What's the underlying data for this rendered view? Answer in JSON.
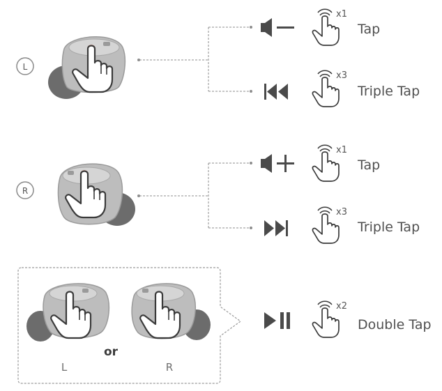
{
  "left_side": "L",
  "right_side": "R",
  "bubble": {
    "or": "or",
    "left_caption": "L",
    "right_caption": "R"
  },
  "gestures": [
    {
      "icon": "volume-down-icon",
      "count": "x1",
      "label": "Tap"
    },
    {
      "icon": "previous-track-icon",
      "count": "x3",
      "label": "Triple Tap"
    },
    {
      "icon": "volume-up-icon",
      "count": "x1",
      "label": "Tap"
    },
    {
      "icon": "next-track-icon",
      "count": "x3",
      "label": "Triple Tap"
    },
    {
      "icon": "play-pause-icon",
      "count": "x2",
      "label": "Double Tap"
    }
  ],
  "colors": {
    "earbud": "#bdbdbd",
    "earbud_dark": "#8a8a8a",
    "tip": "#6c6c6c",
    "accent": "#e24b2a",
    "line": "#8d8d8d"
  }
}
